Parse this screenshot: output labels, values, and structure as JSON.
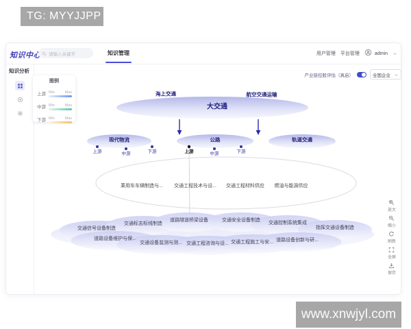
{
  "banner": {
    "text": "TG: MYYJJPP"
  },
  "watermark": {
    "text": "www.xnwjyl.com"
  },
  "header": {
    "logo": "知识中心",
    "search_placeholder": "请输入关键字",
    "tab": "知识管理",
    "menu": [
      "用户管理",
      "平台管理"
    ],
    "user": "admin"
  },
  "sidebar": {
    "title": "知识分析",
    "tools": [
      {
        "icon": "list-icon",
        "active": true
      },
      {
        "icon": "target-icon",
        "active": false
      },
      {
        "icon": "gear-icon",
        "active": false
      }
    ]
  },
  "controls": {
    "toggle_label": "产业链控股评估（真启）",
    "toggle_on": true,
    "region_select": "全国企业"
  },
  "legend": {
    "title": "图例",
    "min": "Min",
    "max": "Max",
    "rows": [
      {
        "label": "上游",
        "from": "#e6eefb",
        "to": "#6d96f0"
      },
      {
        "label": "中游",
        "from": "#e0f4ef",
        "to": "#5fc9ae"
      },
      {
        "label": "下游",
        "from": "#fdf3e2",
        "to": "#f2bf6d"
      }
    ]
  },
  "graph": {
    "root": {
      "label": "大交通",
      "satellites": [
        "海上交通",
        "航空交通运输"
      ]
    },
    "tiers": [
      {
        "label": "现代物流",
        "dots": [
          {
            "label": "上游",
            "active": false
          },
          {
            "label": "中游",
            "active": false
          },
          {
            "label": "下游",
            "active": false
          }
        ]
      },
      {
        "label": "公路",
        "dots": [
          {
            "label": "上游",
            "active": true
          },
          {
            "label": "中游",
            "active": false
          },
          {
            "label": "下游",
            "active": false
          }
        ]
      },
      {
        "label": "轨道交通",
        "dots": []
      }
    ],
    "mid_nodes": [
      "乘用车车辆制造与...",
      "交通工程技术与设...",
      "交通工程材料供应",
      "燃油与能源供应"
    ],
    "cluster_nodes": [
      "交通信号设备制造",
      "交通标志标线制造",
      "道路隧道桥梁设备",
      "交通安全设备制造",
      "交通控制系统集成",
      "指挥交通设备制造",
      "道路设备维护与保...",
      "交通设备监测与测...",
      "交通工程咨询与设...",
      "交通工程施工与安...",
      "道路设备创新与研..."
    ]
  },
  "toolbar": [
    {
      "label": "放大",
      "icon": "zoom-in-icon"
    },
    {
      "label": "缩小",
      "icon": "zoom-out-icon"
    },
    {
      "label": "刷新",
      "icon": "refresh-icon"
    },
    {
      "label": "全屏",
      "icon": "fullscreen-icon"
    },
    {
      "label": "保存",
      "icon": "save-icon"
    }
  ],
  "colors": {
    "brand": "#3d3dba",
    "accent": "#4a4ad6",
    "node_text": "#22227e",
    "node_fill_top": "#b4b8e9",
    "node_fill_bottom": "#f7f7fd"
  }
}
